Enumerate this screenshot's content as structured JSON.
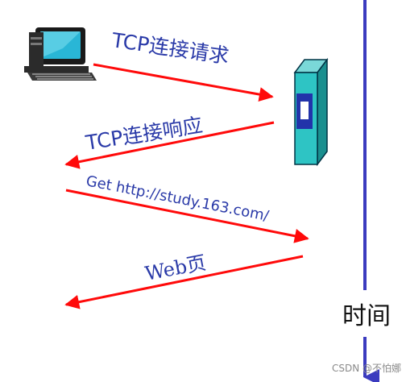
{
  "messages": [
    {
      "label": "TCP连接请求",
      "direction": "client-to-server"
    },
    {
      "label": "TCP连接响应",
      "direction": "server-to-client"
    },
    {
      "label": "Get http://study.163.com/",
      "direction": "client-to-server"
    },
    {
      "label": "Web页",
      "direction": "server-to-client"
    }
  ],
  "time_axis": {
    "label": "时间"
  },
  "watermark": "CSDN @不怕娜",
  "colors": {
    "arrow": "#ff0a0a",
    "label": "#2a3aa8",
    "timeline": "#3b3bbf",
    "server_body": "#2ec4c4",
    "server_window": "#2233aa",
    "computer_screen": "#29b6d6",
    "computer_body": "#1a1a1a"
  },
  "icons": {
    "client": "computer-icon",
    "server": "server-icon"
  }
}
